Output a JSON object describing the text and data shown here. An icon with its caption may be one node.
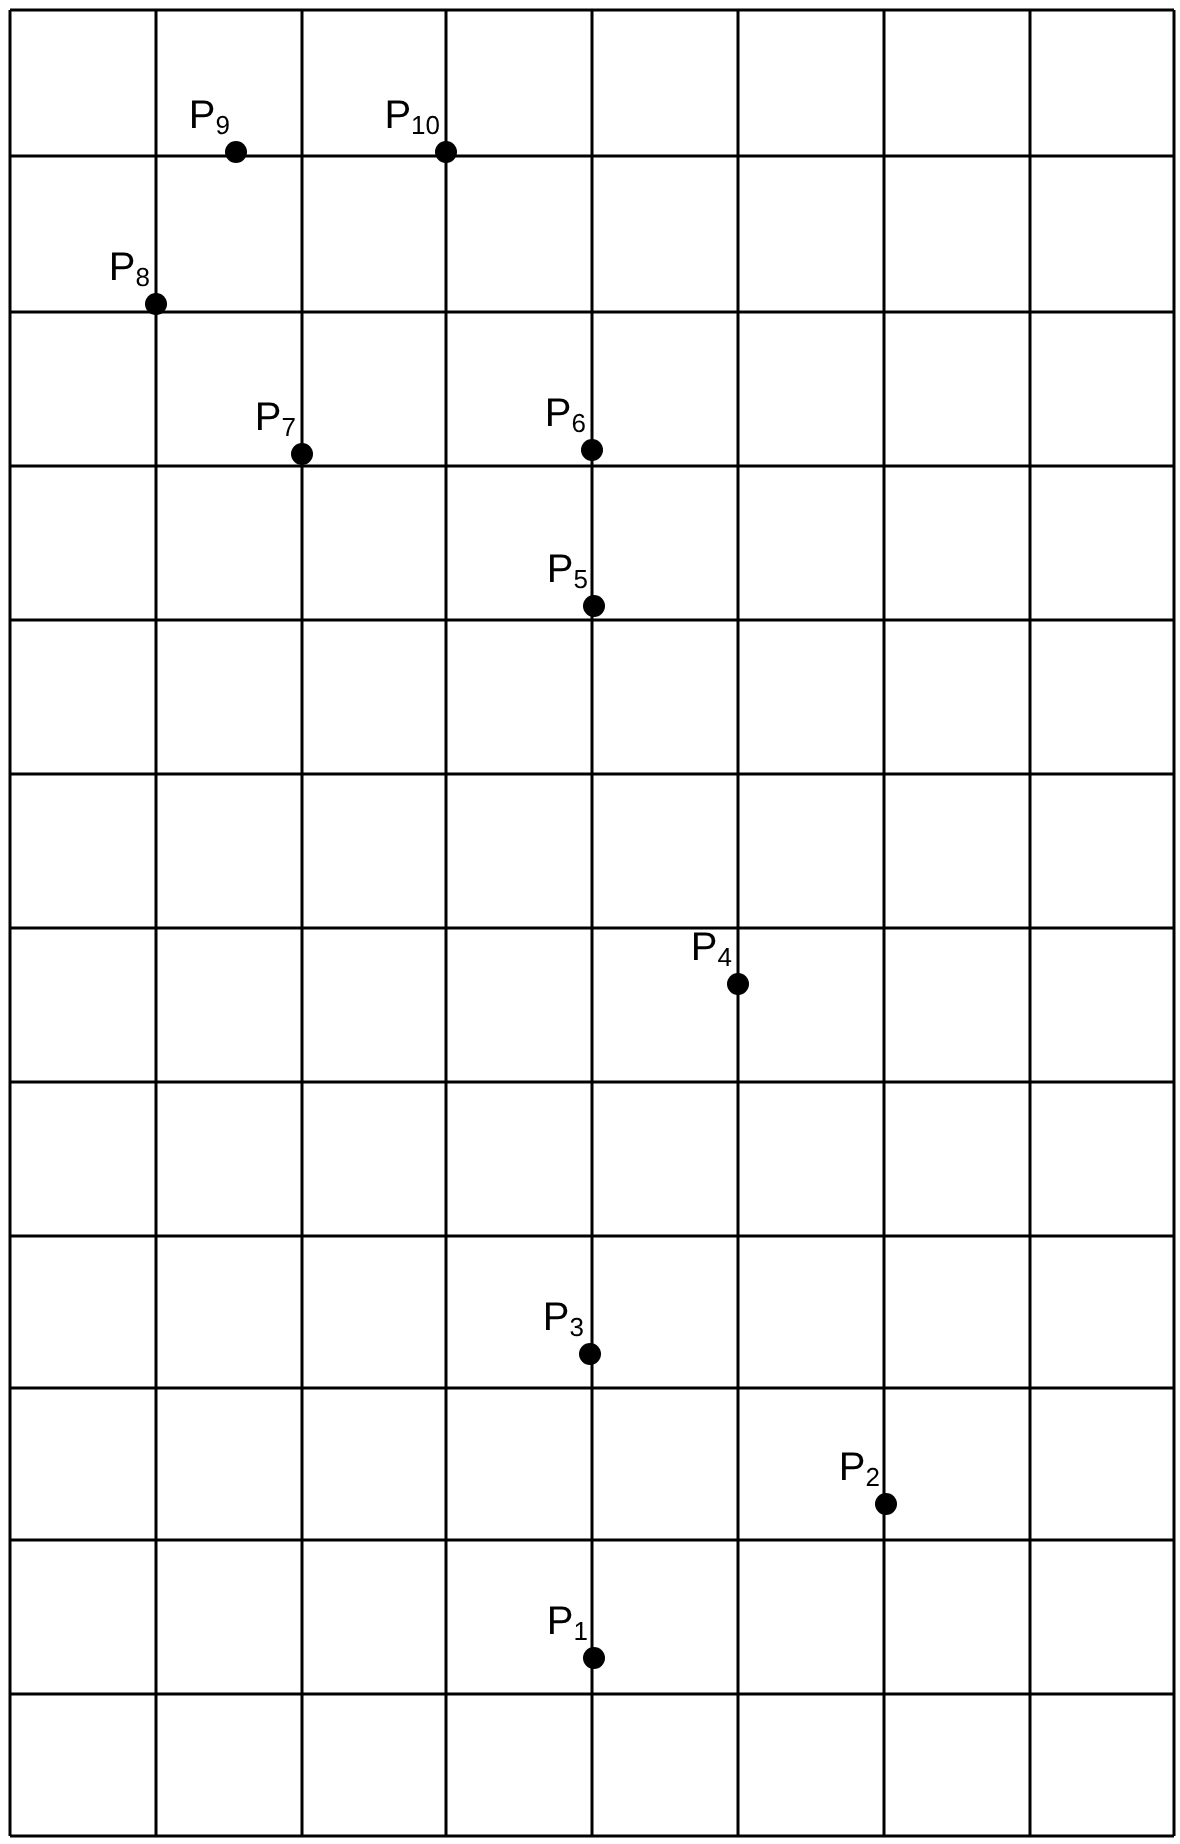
{
  "diagram": {
    "labels": [
      "P$_{9}$",
      "P$_{10}$",
      "P$_{8}$",
      "P$_{7}$",
      "P$_{6}$",
      "P$_{5}$",
      "P$_{4}$",
      "P$_{3}$",
      "P$_{2}$",
      "P$_{1}$"
    ]
  }
}
